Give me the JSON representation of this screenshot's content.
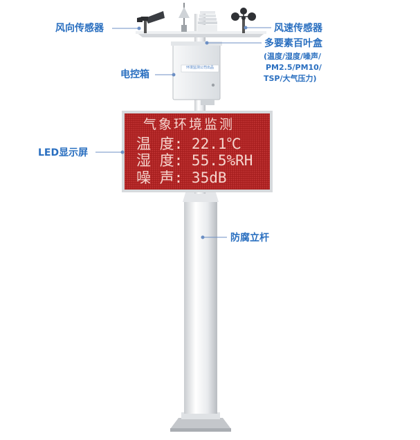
{
  "labels": {
    "wind_direction_sensor": "风向传感器",
    "wind_speed_sensor": "风速传感器",
    "shutter_box": "多要素百叶盒",
    "shutter_box_sub1": "(温度/湿度/噪声/",
    "shutter_box_sub2": "PM2.5/PM10/",
    "shutter_box_sub3": "TSP/大气压力)",
    "control_box": "电控箱",
    "led_screen": "LED显示屏",
    "pole": "防腐立杆"
  },
  "led_panel": {
    "title": "气象环境监测",
    "rows": [
      {
        "text": "温  度: 22.1℃"
      },
      {
        "text": "湿  度: 55.5%RH"
      },
      {
        "text": "噪  声: 35dB"
      }
    ]
  },
  "control_box_plate": "环境监测公司出品",
  "colors": {
    "label_blue": "#2a6fc0",
    "led_red": "#b42222",
    "pole_white": "#f2f3f4",
    "box_gray": "#eceef0"
  }
}
